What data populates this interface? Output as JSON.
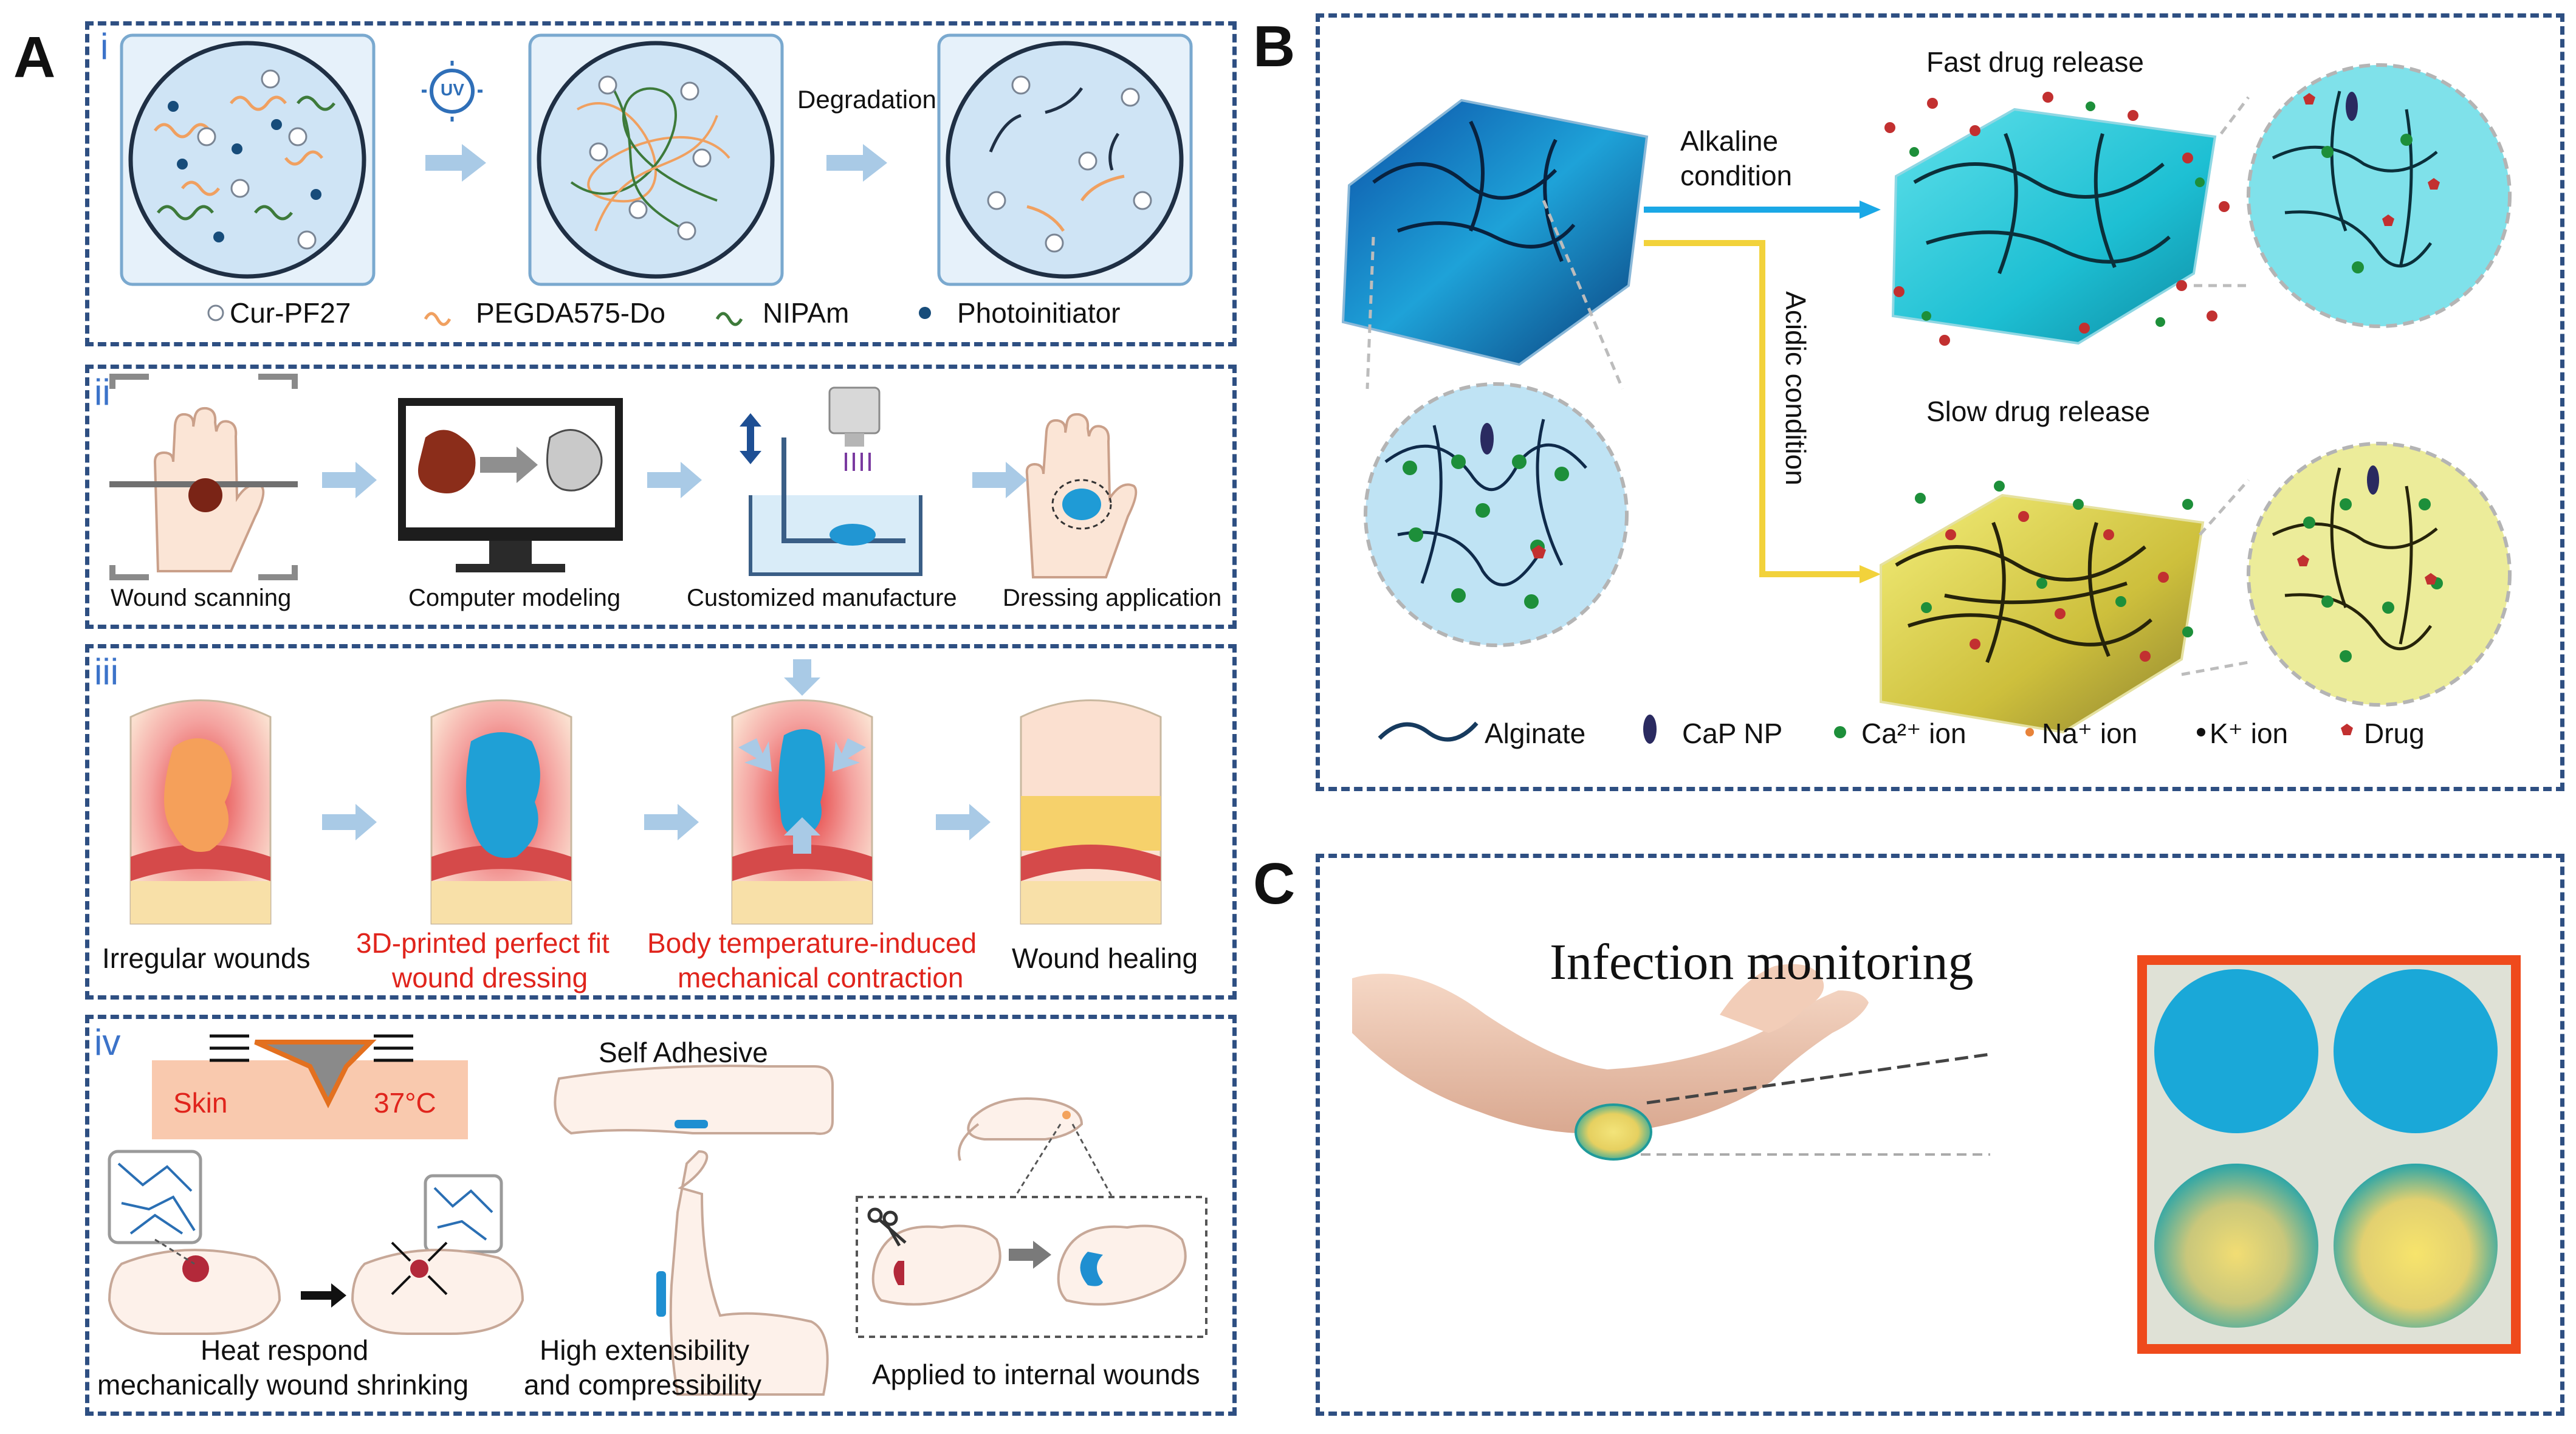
{
  "panel_letters": {
    "a": "A",
    "b": "B",
    "c": "C"
  },
  "panel_a": {
    "i": {
      "label": "i",
      "step_text": "Degradation",
      "uv_text": "UV",
      "legend": [
        {
          "text": "Cur-PF27",
          "icon": "micelle-icon"
        },
        {
          "text": "PEGDA575-Do",
          "icon": "orange-chain-icon"
        },
        {
          "text": "NIPAm",
          "icon": "green-chain-icon"
        },
        {
          "text": "Photoinitiator",
          "icon": "blue-dot-icon"
        }
      ]
    },
    "ii": {
      "label": "ii",
      "steps": [
        "Wound scanning",
        "Computer modeling",
        "Customized manufacture",
        "Dressing application"
      ]
    },
    "iii": {
      "label": "iii",
      "steps": [
        {
          "line1": "Irregular wounds",
          "line2": "",
          "color": "#111111"
        },
        {
          "line1": "3D-printed perfect fit",
          "line2": "wound dressing",
          "color": "#e0241c"
        },
        {
          "line1": "Body temperature-induced",
          "line2": "mechanical contraction",
          "color": "#e0241c"
        },
        {
          "line1": "Wound healing",
          "line2": "",
          "color": "#111111"
        }
      ]
    },
    "iv": {
      "label": "iv",
      "skin": "Skin",
      "temp": "37°C",
      "self_adhesive": "Self Adhesive",
      "heat": {
        "line1": "Heat respond",
        "line2": "mechanically wound shrinking"
      },
      "extensibility": {
        "line1": "High extensibility",
        "line2": "and compressibility"
      },
      "internal": "Applied to internal wounds"
    }
  },
  "panel_b": {
    "fast": "Fast drug release",
    "slow": "Slow drug release",
    "alkaline": {
      "line1": "Alkaline",
      "line2": "condition"
    },
    "acidic": "Acidic condition",
    "legend": [
      {
        "text": "Alginate",
        "icon": "alginate-line-icon"
      },
      {
        "text": "CaP NP",
        "icon": "cap-np-icon"
      },
      {
        "text": "Ca²⁺ ion",
        "icon": "green-dot-icon"
      },
      {
        "text": "Na⁺ ion",
        "icon": "orange-dot-icon"
      },
      {
        "text": "K⁺ ion",
        "icon": "black-dot-icon"
      },
      {
        "text": "Drug",
        "icon": "red-drug-icon"
      }
    ],
    "colors": {
      "alkaline_arrow": "#1aa8e6",
      "acidic_arrow": "#f2d23b",
      "hydrogel_blue": "#1ea2d8",
      "hydrogel_yellow": "#d8cf55"
    }
  },
  "panel_c": {
    "title": "Infection monitoring",
    "colors": {
      "frame": "#ef4a1c",
      "blue_disc": "#1aa8d8",
      "yellow_center": "#e8d36a"
    }
  }
}
